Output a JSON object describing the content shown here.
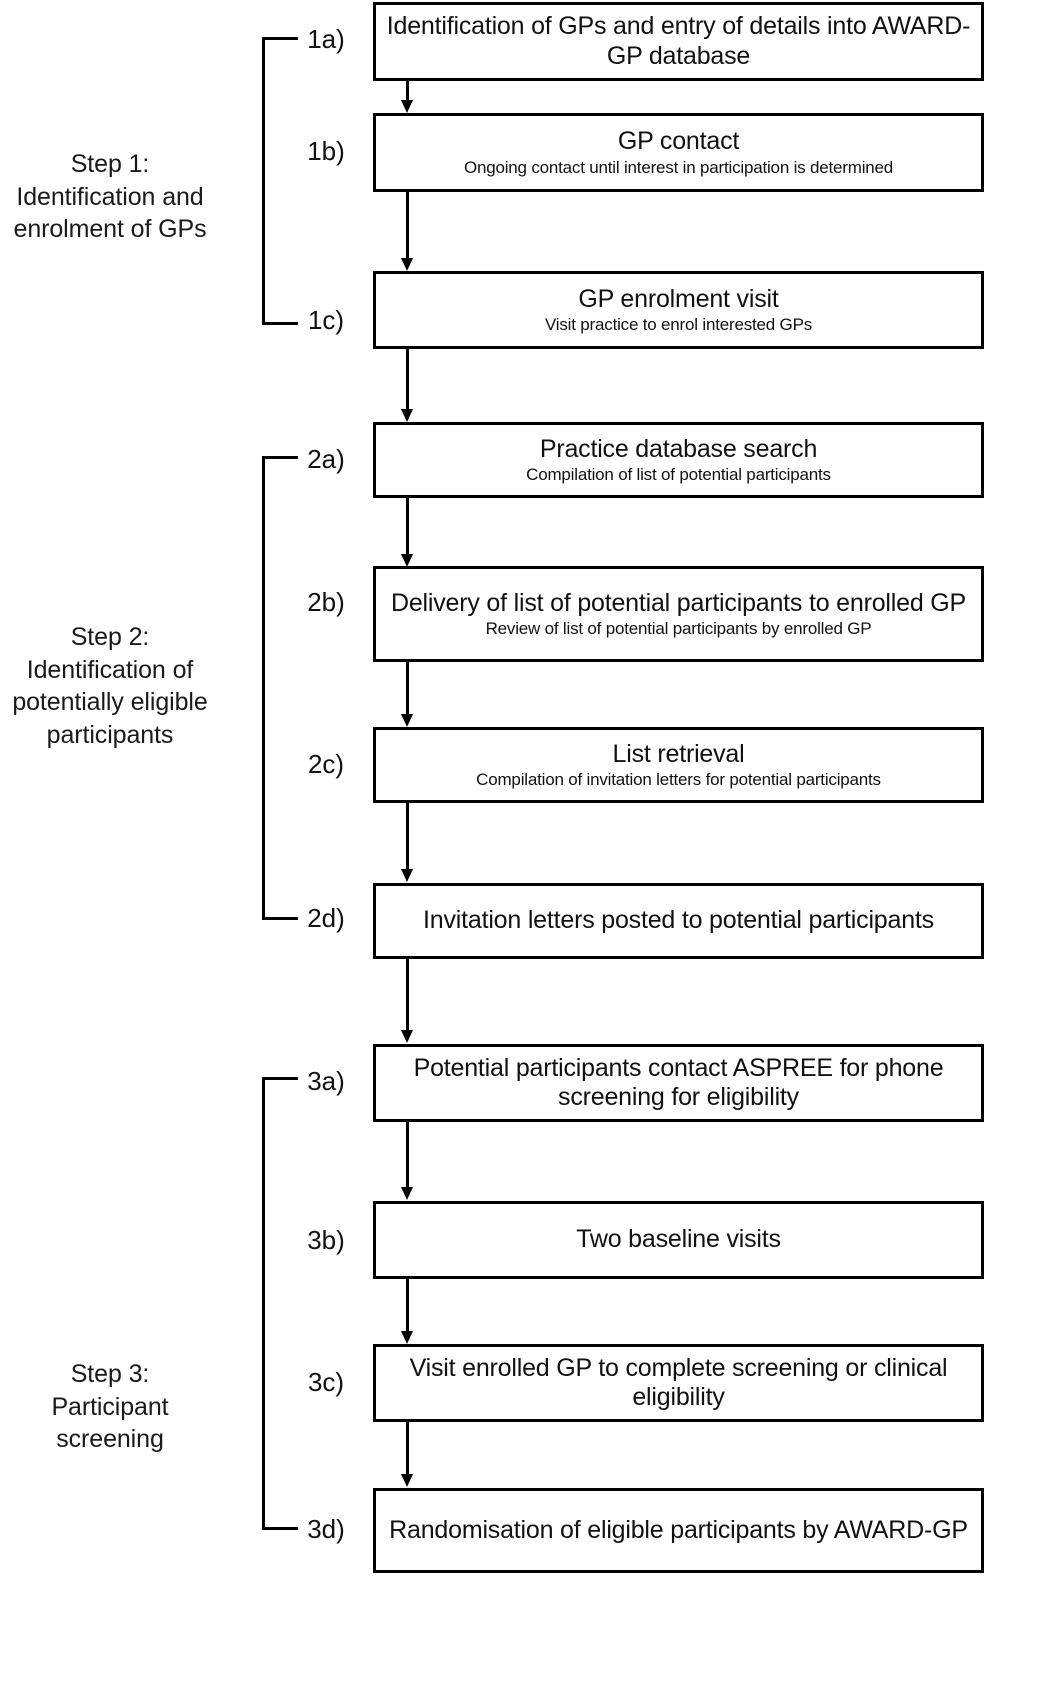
{
  "figure": {
    "kind": "flowchart",
    "orientation": "vertical",
    "colors": {
      "stroke": "#000000",
      "text": "#111111",
      "background": "#ffffff"
    }
  },
  "steps": [
    {
      "id": "step-1",
      "label": "Step 1:\nIdentification and\nenrolment of GPs",
      "label_lines": [
        "Step 1:",
        "Identification and",
        "enrolment of GPs"
      ],
      "nodes": [
        {
          "tag": "1a)",
          "title": "Identification of GPs and entry of details into AWARD-GP database",
          "subtitle": ""
        },
        {
          "tag": "1b)",
          "title": "GP contact",
          "subtitle": "Ongoing contact until interest in participation is determined"
        },
        {
          "tag": "1c)",
          "title": "GP enrolment visit",
          "subtitle": "Visit practice to enrol interested GPs"
        }
      ]
    },
    {
      "id": "step-2",
      "label": "Step 2:\nIdentification of potentially eligible participants",
      "label_lines": [
        "Step 2:",
        "Identification of",
        "potentially eligible",
        "participants"
      ],
      "nodes": [
        {
          "tag": "2a)",
          "title": "Practice database search",
          "subtitle": "Compilation of list of potential participants"
        },
        {
          "tag": "2b)",
          "title": "Delivery of list of potential participants to enrolled GP",
          "subtitle": "Review of list of potential participants by enrolled GP"
        },
        {
          "tag": "2c)",
          "title": "List retrieval",
          "subtitle": "Compilation of invitation letters for potential participants"
        },
        {
          "tag": "2d)",
          "title": "Invitation letters posted to potential participants",
          "subtitle": ""
        }
      ]
    },
    {
      "id": "step-3",
      "label": "Step 3:\nParticipant screening",
      "label_lines": [
        "Step 3:",
        "Participant",
        "screening"
      ],
      "nodes": [
        {
          "tag": "3a)",
          "title": "Potential participants contact ASPREE for phone screening for eligibility",
          "subtitle": ""
        },
        {
          "tag": "3b)",
          "title": "Two baseline visits",
          "subtitle": ""
        },
        {
          "tag": "3c)",
          "title": "Visit enrolled GP to complete screening or clinical eligibility",
          "subtitle": ""
        },
        {
          "tag": "3d)",
          "title": "Randomisation of eligible participants by AWARD-GP",
          "subtitle": ""
        }
      ]
    }
  ]
}
